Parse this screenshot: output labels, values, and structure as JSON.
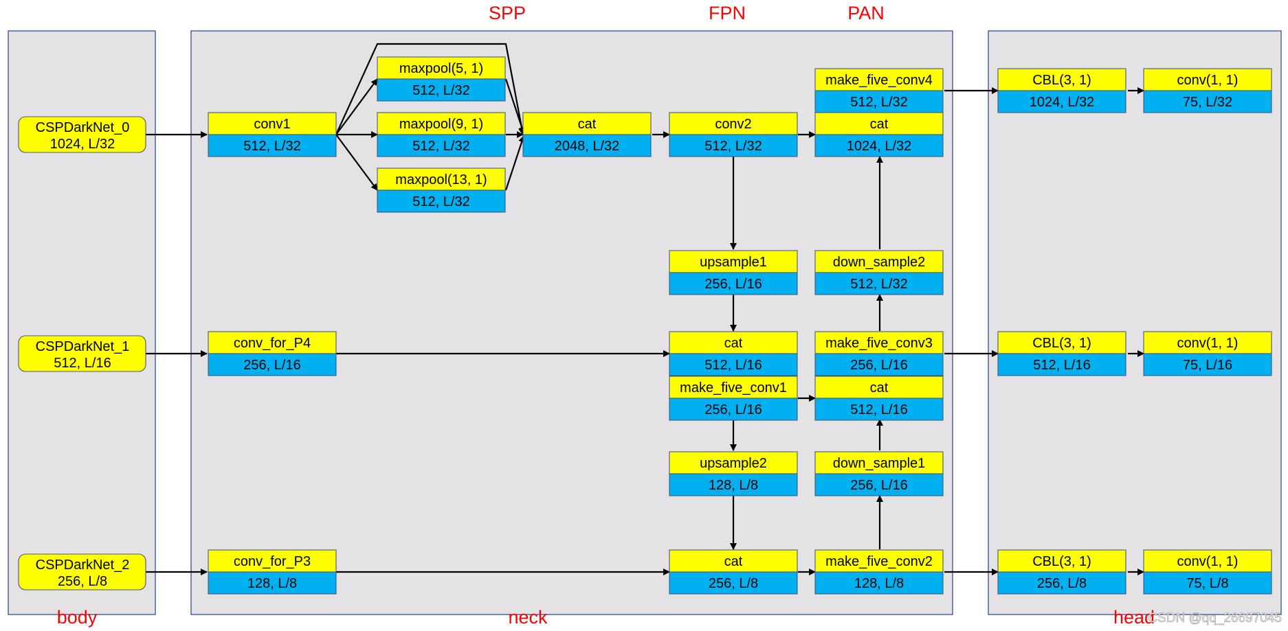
{
  "colors": {
    "panel_fill": "#e4e2e5",
    "panel_border": "#3f5a9a",
    "block_top": "#ffff00",
    "block_bottom": "#00b0f0",
    "section_label": "#ff0000",
    "edge": "#000000"
  },
  "sections": {
    "spp": "SPP",
    "fpn": "FPN",
    "pan": "PAN",
    "body": "body",
    "neck": "neck",
    "head": "head"
  },
  "watermark": "CSDN @qq_26697045",
  "inputs": [
    {
      "name": "CSPDarkNet_0",
      "shape": "1024, L/32"
    },
    {
      "name": "CSPDarkNet_1",
      "shape": "512, L/16"
    },
    {
      "name": "CSPDarkNet_2",
      "shape": "256, L/8"
    }
  ],
  "blocks": [
    {
      "id": "conv1",
      "name": "conv1",
      "shape": "512, L/32"
    },
    {
      "id": "maxpool5",
      "name": "maxpool(5, 1)",
      "shape": "512, L/32"
    },
    {
      "id": "maxpool9",
      "name": "maxpool(9, 1)",
      "shape": "512, L/32"
    },
    {
      "id": "maxpool13",
      "name": "maxpool(13, 1)",
      "shape": "512, L/32"
    },
    {
      "id": "cat_spp",
      "name": "cat",
      "shape": "2048, L/32"
    },
    {
      "id": "conv2",
      "name": "conv2",
      "shape": "512, L/32"
    },
    {
      "id": "make_five_conv4",
      "name": "make_five_conv4",
      "shape": "512, L/32"
    },
    {
      "id": "cat_pan2",
      "name": "cat",
      "shape": "1024, L/32"
    },
    {
      "id": "upsample1",
      "name": "upsample1",
      "shape": "256, L/16"
    },
    {
      "id": "down_sample2",
      "name": "down_sample2",
      "shape": "512, L/32"
    },
    {
      "id": "conv_for_P4",
      "name": "conv_for_P4",
      "shape": "256, L/16"
    },
    {
      "id": "cat_fpn1",
      "name": "cat",
      "shape": "512, L/16"
    },
    {
      "id": "make_five_conv3",
      "name": "make_five_conv3",
      "shape": "256, L/16"
    },
    {
      "id": "make_five_conv1",
      "name": "make_five_conv1",
      "shape": "256, L/16"
    },
    {
      "id": "cat_pan1",
      "name": "cat",
      "shape": "512, L/16"
    },
    {
      "id": "upsample2",
      "name": "upsample2",
      "shape": "128, L/8"
    },
    {
      "id": "down_sample1",
      "name": "down_sample1",
      "shape": "256, L/16"
    },
    {
      "id": "conv_for_P3",
      "name": "conv_for_P3",
      "shape": "128, L/8"
    },
    {
      "id": "cat_fpn2",
      "name": "cat",
      "shape": "256, L/8"
    },
    {
      "id": "make_five_conv2",
      "name": "make_five_conv2",
      "shape": "128, L/8"
    },
    {
      "id": "cbl_32",
      "name": "CBL(3, 1)",
      "shape": "1024, L/32"
    },
    {
      "id": "out_32",
      "name": "conv(1, 1)",
      "shape": "75, L/32"
    },
    {
      "id": "cbl_16",
      "name": "CBL(3, 1)",
      "shape": "512, L/16"
    },
    {
      "id": "out_16",
      "name": "conv(1, 1)",
      "shape": "75, L/16"
    },
    {
      "id": "cbl_8",
      "name": "CBL(3, 1)",
      "shape": "256, L/8"
    },
    {
      "id": "out_8",
      "name": "conv(1, 1)",
      "shape": "75, L/8"
    }
  ]
}
